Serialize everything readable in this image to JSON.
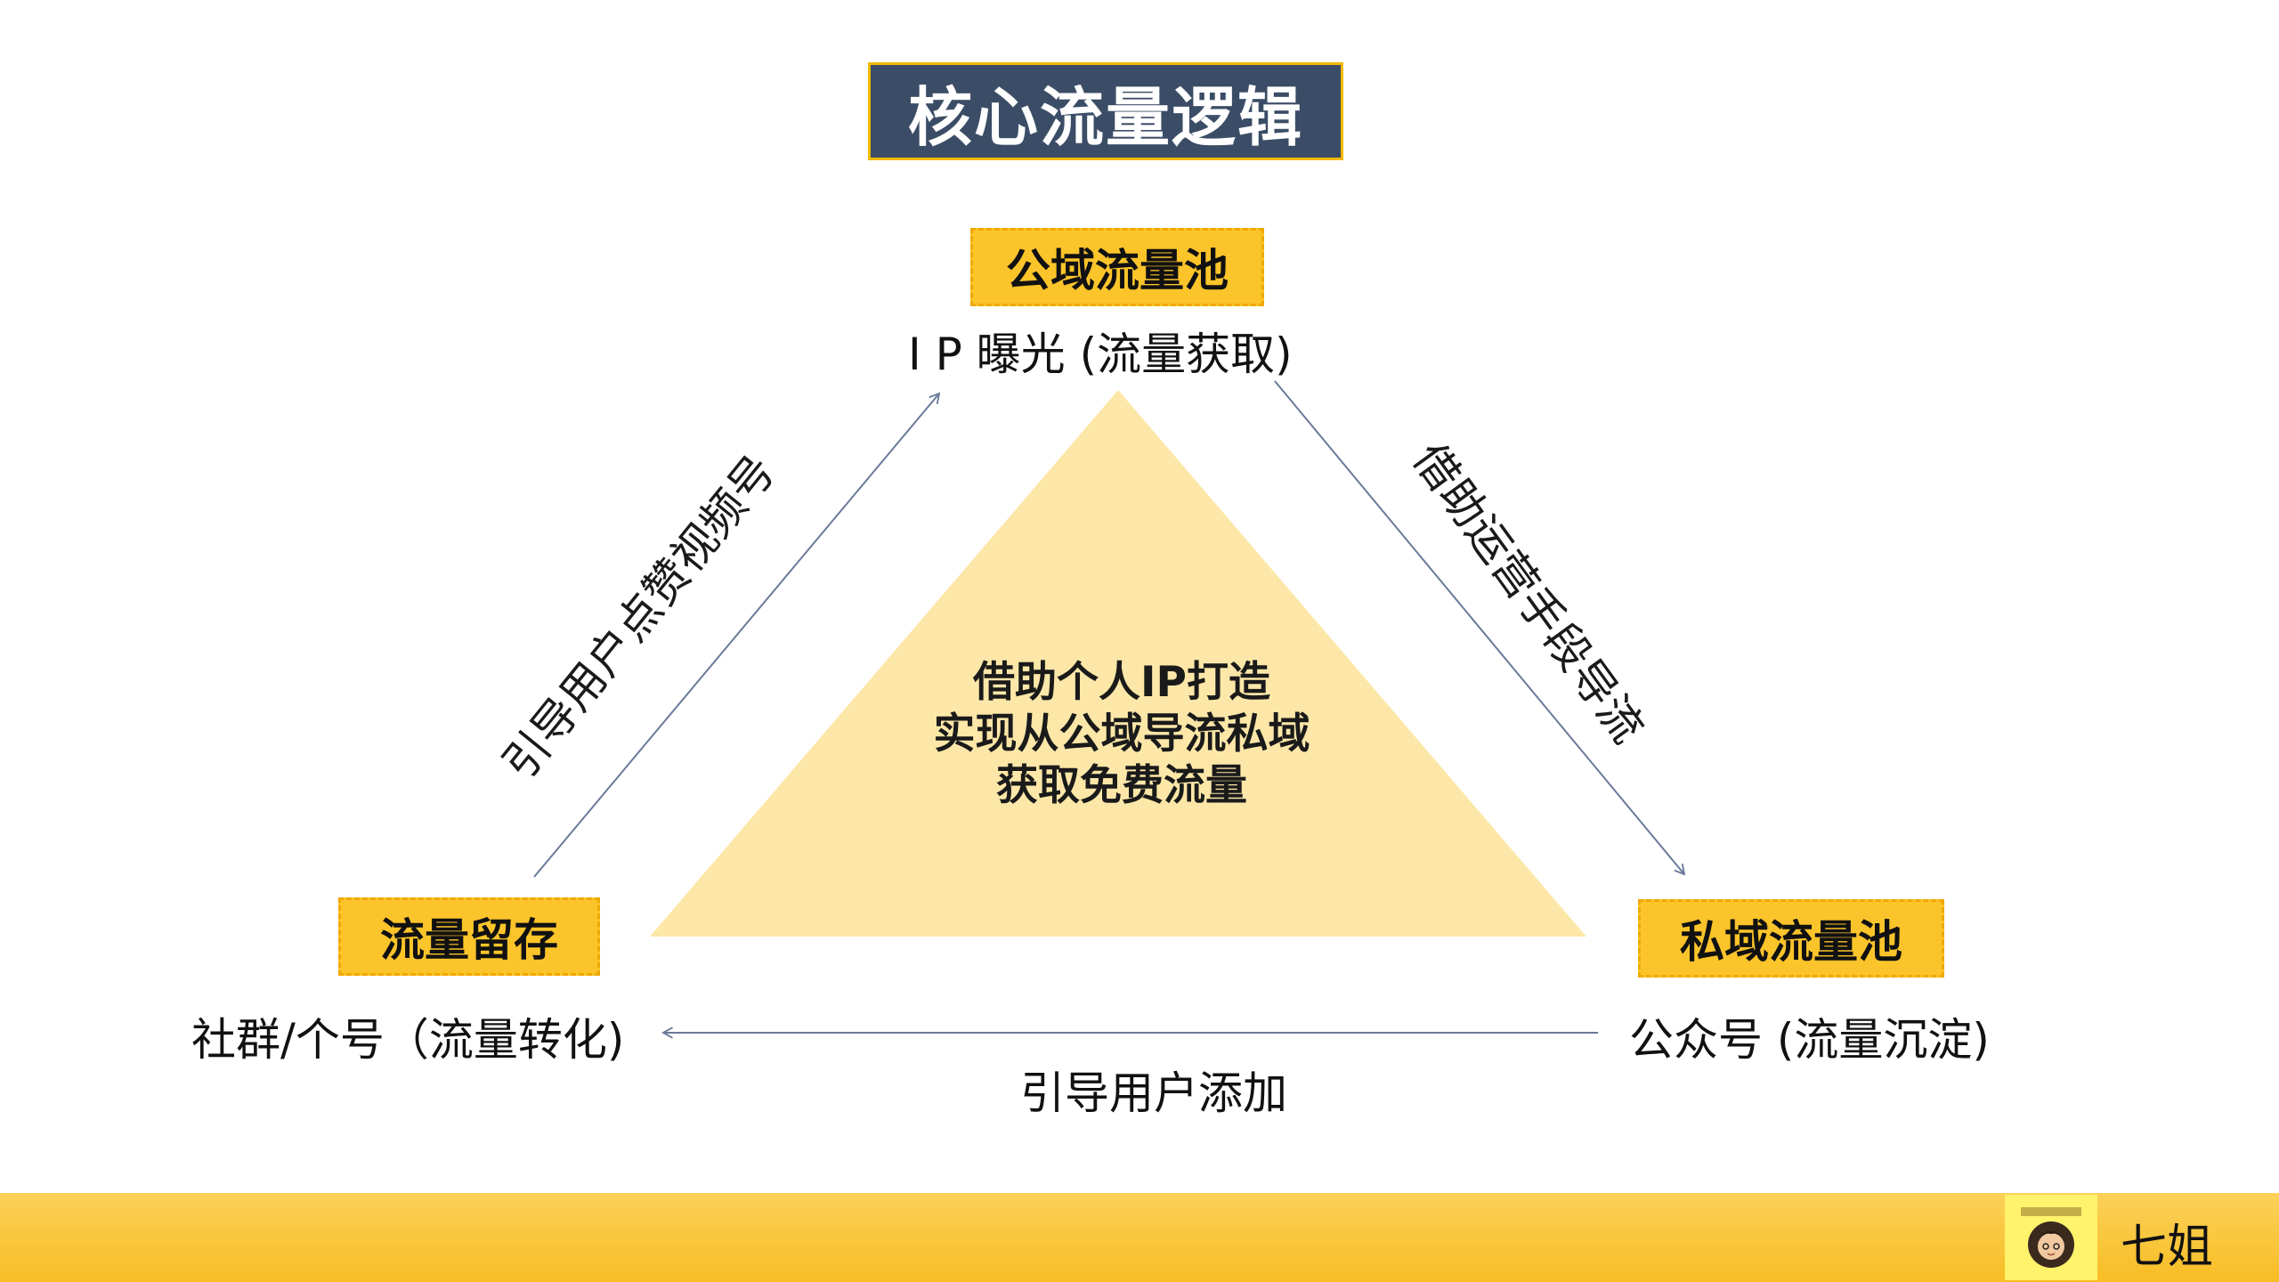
{
  "title": "核心流量逻辑",
  "nodes": {
    "public_pool": {
      "tag": "公域流量池",
      "caption": "I P 曝光 (流量获取)"
    },
    "retention": {
      "tag": "流量留存",
      "caption": "社群/个号（流量转化)"
    },
    "private_pool": {
      "tag": "私域流量池",
      "caption": "公众号 (流量沉淀)"
    }
  },
  "edges": {
    "left": "引导用户点赞视频号",
    "right": "借助运营手段导流",
    "bottom": "引导用户添加"
  },
  "center": {
    "line1": "借助个人IP打造",
    "line2": "实现从公域导流私域",
    "line3": "获取免费流量"
  },
  "footer": {
    "brand": "七姐"
  },
  "colors": {
    "title_bg": "#3b4d66",
    "tag_yellow": "#fbc42a",
    "triangle": "#fde7a8",
    "footer": "#f7bd24",
    "arrow": "#6b7a99"
  }
}
